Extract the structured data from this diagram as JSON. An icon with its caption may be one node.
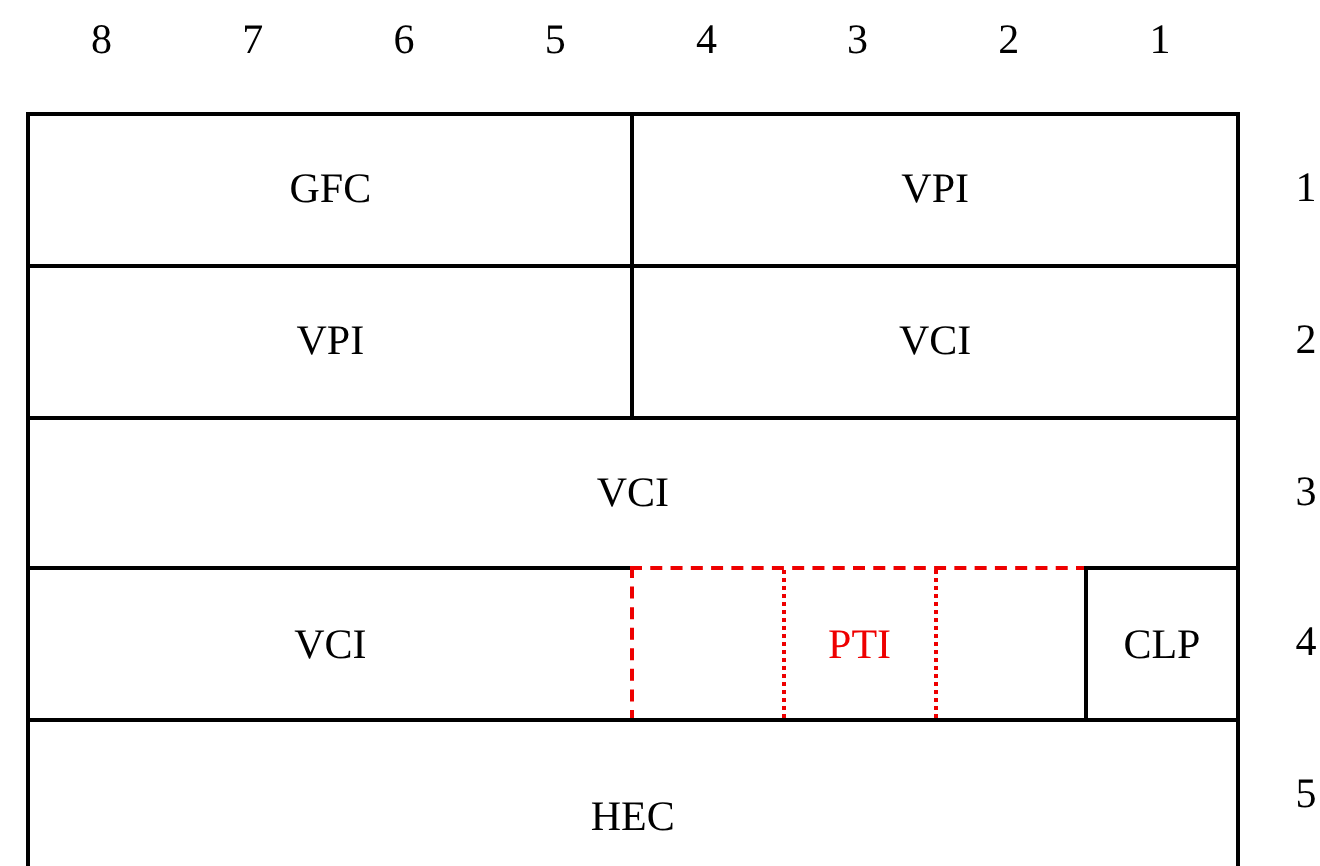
{
  "diagram": {
    "labels": [
      "8",
      "7",
      "6",
      "5",
      "4",
      "3",
      "2",
      "1",
      "GFC",
      "VPI",
      "1",
      "VPI",
      "VCI",
      "2",
      "VCI",
      "3",
      "VCI",
      "PTI",
      "CLP",
      "4",
      "HEC",
      "5"
    ]
  }
}
